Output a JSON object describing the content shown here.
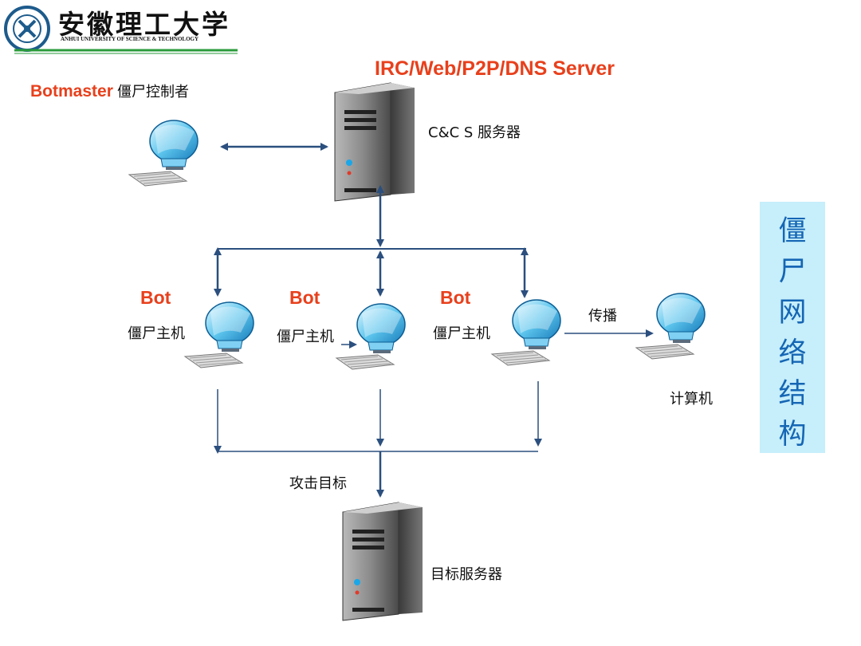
{
  "header": {
    "logo_cn": "安徽理工大学",
    "logo_en": "ANHUI UNIVERSITY OF SCIENCE & TECHNOLOGY"
  },
  "diagram": {
    "server_title": "IRC/Web/P2P/DNS Server",
    "botmaster_en": "Botmaster",
    "botmaster_cn": "僵尸控制者",
    "cnc_label": "C&C S 服务器",
    "bots": [
      {
        "en": "Bot",
        "cn": "僵尸主机"
      },
      {
        "en": "Bot",
        "cn": "僵尸主机"
      },
      {
        "en": "Bot",
        "cn": "僵尸主机"
      }
    ],
    "spread_label": "传播",
    "computer_label": "计算机",
    "attack_label": "攻击目标",
    "target_label": "目标服务器"
  },
  "side_title": [
    "僵",
    "尸",
    "网",
    "络",
    "结",
    "构"
  ],
  "colors": {
    "accent_red": "#e8401c",
    "side_bg": "#c6eefb",
    "side_text": "#1566b4",
    "line": "#2b4f7e"
  }
}
